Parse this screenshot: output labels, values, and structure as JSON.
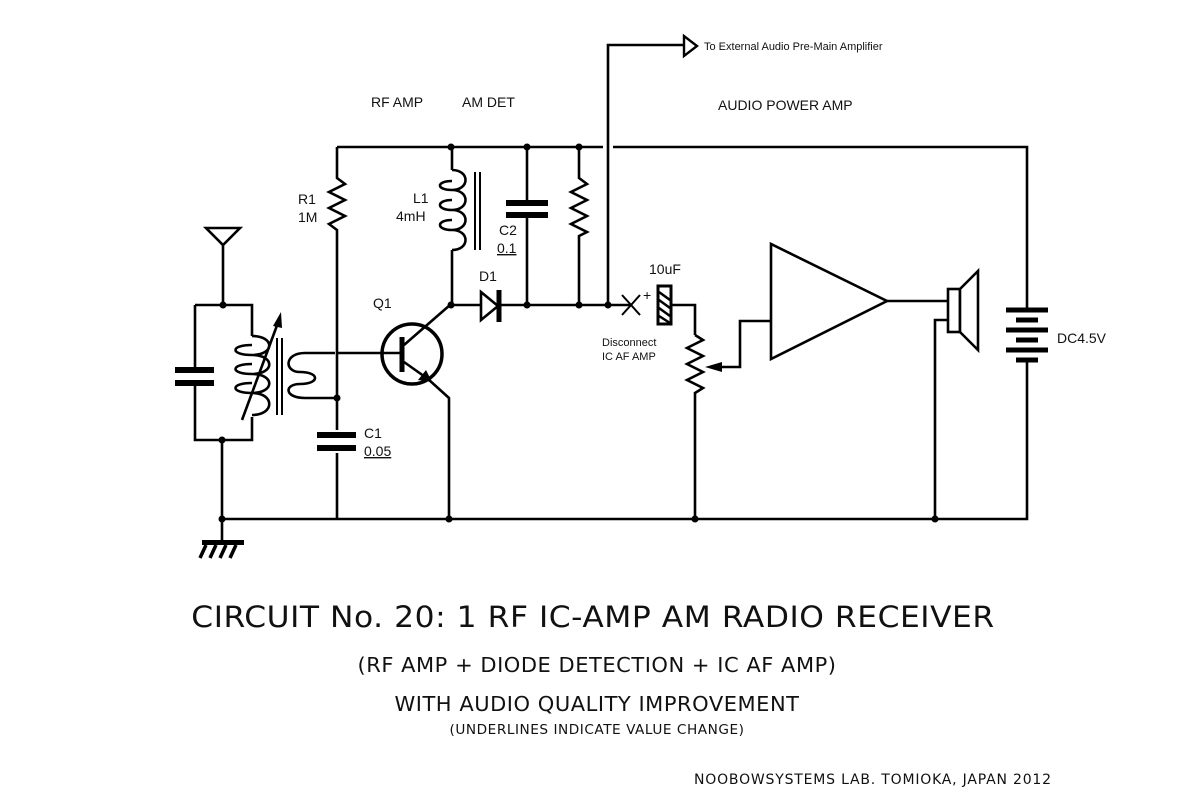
{
  "sections": {
    "rf_amp": "RF AMP",
    "am_det": "AM DET",
    "audio_power_amp": "AUDIO POWER AMP"
  },
  "external_output": "To External Audio Pre-Main Amplifier",
  "components": {
    "r1": {
      "ref": "R1",
      "value": "1M"
    },
    "l1": {
      "ref": "L1",
      "value": "4mH"
    },
    "c2": {
      "ref": "C2",
      "value": "0.1",
      "value_changed": true
    },
    "d1": {
      "ref": "D1"
    },
    "q1": {
      "ref": "Q1"
    },
    "c1": {
      "ref": "C1",
      "value": "0.05",
      "value_changed": true
    },
    "coupling_cap": {
      "value": "10uF",
      "polarity": "+"
    },
    "battery": {
      "value": "DC4.5V"
    }
  },
  "notes": {
    "disconnect_line1": "Disconnect",
    "disconnect_line2": "IC AF AMP"
  },
  "titles": {
    "main": "CIRCUIT No. 20: 1 RF IC-AMP AM RADIO RECEIVER",
    "sub1": "(RF AMP + DIODE DETECTION + IC AF AMP)",
    "sub2": "WITH AUDIO QUALITY IMPROVEMENT",
    "sub3": "(UNDERLINES INDICATE VALUE CHANGE)"
  },
  "credit": "NOOBOWSYSTEMS LAB. TOMIOKA, JAPAN 2012"
}
